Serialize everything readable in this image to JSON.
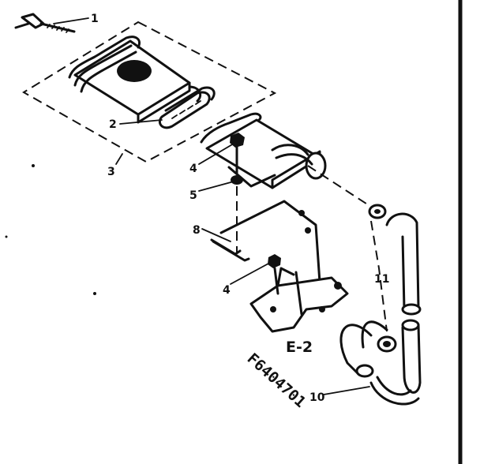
{
  "callouts": {
    "c1": "1",
    "c2": "2",
    "c3": "3",
    "c4a": "4",
    "c5": "5",
    "c8": "8",
    "c4b": "4",
    "c11": "11",
    "c10": "10"
  },
  "section_label": "E-2",
  "drawing_code": "F6404701",
  "colors": {
    "ink": "#111111",
    "paper": "#ffffff"
  }
}
